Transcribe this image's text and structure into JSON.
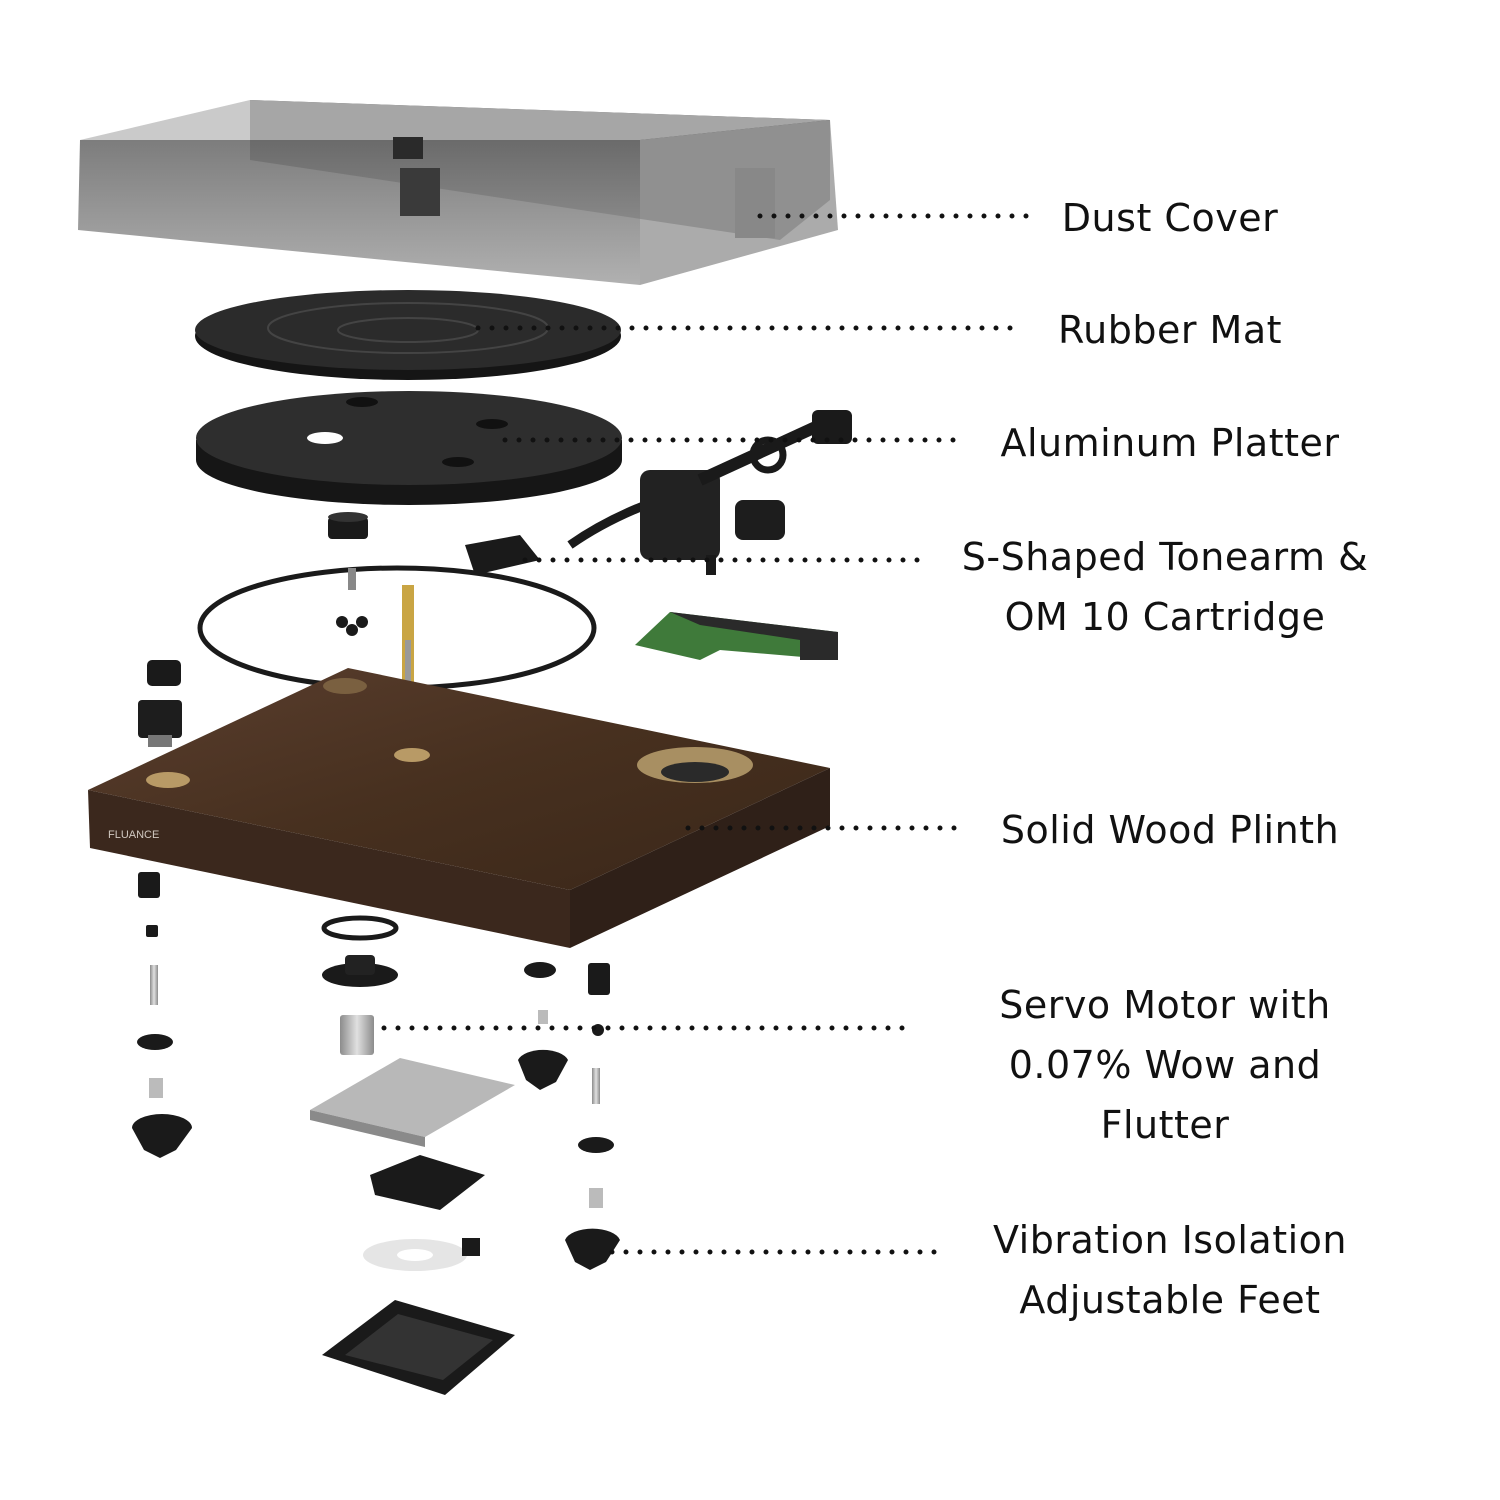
{
  "labels": {
    "dust_cover": [
      "Dust Cover"
    ],
    "rubber_mat": [
      "Rubber Mat"
    ],
    "aluminum_platter": [
      "Aluminum Platter"
    ],
    "tonearm": [
      "S-Shaped Tonearm &",
      "OM 10 Cartridge"
    ],
    "plinth": [
      "Solid Wood Plinth"
    ],
    "servo_motor": [
      "Servo Motor with",
      "0.07% Wow and",
      "Flutter"
    ],
    "feet": [
      "Vibration Isolation",
      "Adjustable Feet"
    ]
  },
  "brand_text": "FLUANCE",
  "colors": {
    "text": "#111111",
    "leader_dots": "#111111",
    "wood_top": "#4a3326",
    "wood_front": "#3b281d",
    "wood_side": "#2f2018",
    "cover_front": "#8a8a8a",
    "cover_back": "#5a5a5a",
    "black_parts": "#1c1c1c",
    "pcb_green": "#3f7a3a",
    "metal": "#b8b8b8",
    "brass": "#c9a544"
  }
}
